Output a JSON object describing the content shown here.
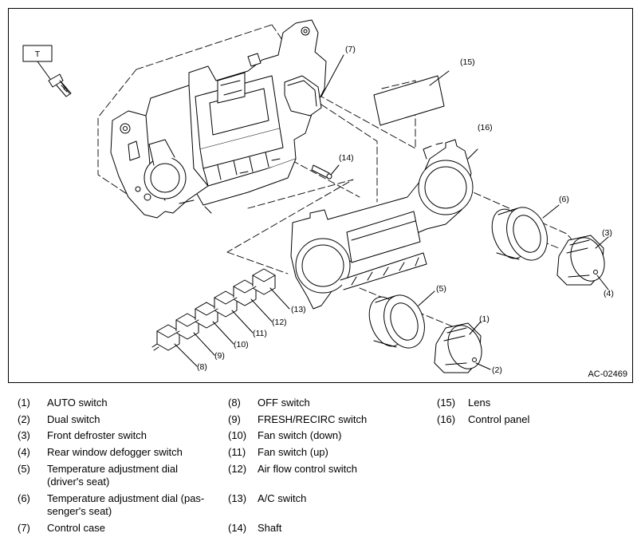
{
  "figure": {
    "tool_label": "T",
    "code": "AC-02469",
    "callouts": [
      "(1)",
      "(2)",
      "(3)",
      "(4)",
      "(5)",
      "(6)",
      "(7)",
      "(8)",
      "(9)",
      "(10)",
      "(11)",
      "(12)",
      "(13)",
      "(14)",
      "(15)",
      "(16)"
    ]
  },
  "legend": [
    {
      "num": "(1)",
      "label": "AUTO switch"
    },
    {
      "num": "(2)",
      "label": "Dual switch"
    },
    {
      "num": "(3)",
      "label": "Front defroster switch"
    },
    {
      "num": "(4)",
      "label": "Rear window defogger switch"
    },
    {
      "num": "(5)",
      "label": "Temperature adjustment dial (driver's seat)"
    },
    {
      "num": "(6)",
      "label": "Temperature adjustment dial (pas-senger's seat)"
    },
    {
      "num": "(7)",
      "label": "Control case"
    },
    {
      "num": "(8)",
      "label": "OFF switch"
    },
    {
      "num": "(9)",
      "label": "FRESH/RECIRC switch"
    },
    {
      "num": "(10)",
      "label": "Fan switch (down)"
    },
    {
      "num": "(11)",
      "label": "Fan switch (up)"
    },
    {
      "num": "(12)",
      "label": "Air flow control switch"
    },
    {
      "num": "(13)",
      "label": "A/C switch"
    },
    {
      "num": "(14)",
      "label": "Shaft"
    },
    {
      "num": "(15)",
      "label": "Lens"
    },
    {
      "num": "(16)",
      "label": "Control panel"
    }
  ]
}
